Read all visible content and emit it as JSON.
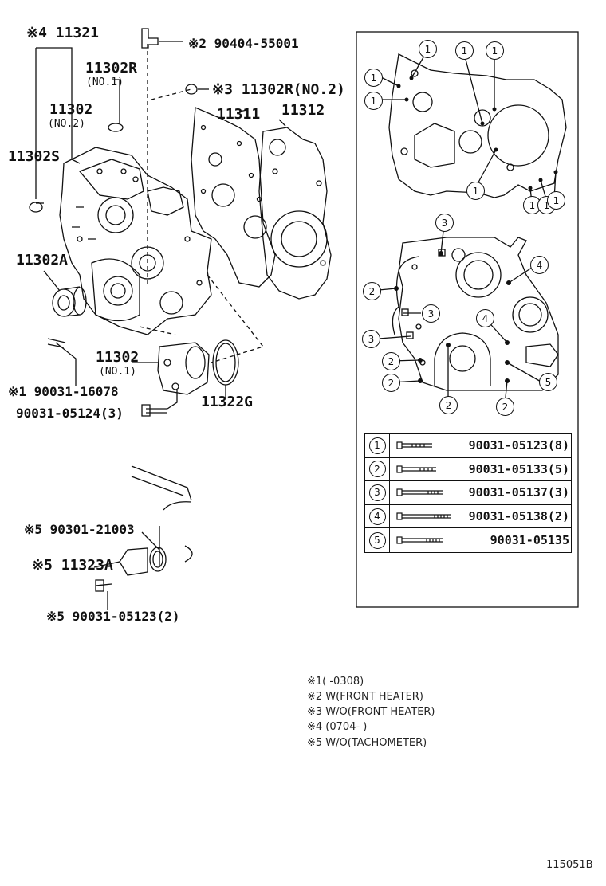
{
  "labels": {
    "l11321": "※4 11321",
    "l90404": "※2 90404-55001",
    "l11302r_no1": "11302R",
    "l11302r_no1_sub": "(NO.1)",
    "l11302r_no2": "※3 11302R(NO.2)",
    "l11302_no2": "11302",
    "l11302_no2_sub": "(NO.2)",
    "l11311": "11311",
    "l11312": "11312",
    "l11302s": "11302S",
    "l11302a": "11302A",
    "l11302_no1": "11302",
    "l11302_no1_sub": "(NO.1)",
    "l90031_16078": "※1 90031-16078",
    "l11322g": "11322G",
    "l90031_05124": "90031-05124(3)",
    "l90301_21003": "※5 90301-21003",
    "l11323a": "※5 11323A",
    "l90031_05123_2": "※5 90031-05123(2)"
  },
  "detail_callouts": [
    "1",
    "1",
    "1",
    "1",
    "1",
    "1",
    "1",
    "1",
    "1",
    "1",
    "3",
    "4",
    "2",
    "3",
    "3",
    "4",
    "2",
    "2",
    "2",
    "2",
    "5"
  ],
  "bolt_table": [
    {
      "num": "1",
      "part": "90031-05123(8)"
    },
    {
      "num": "2",
      "part": "90031-05133(5)"
    },
    {
      "num": "3",
      "part": "90031-05137(3)"
    },
    {
      "num": "4",
      "part": "90031-05138(2)"
    },
    {
      "num": "5",
      "part": "90031-05135"
    }
  ],
  "notes": [
    "※1(     -0308)",
    "※2 W(FRONT HEATER)",
    "※3 W/O(FRONT HEATER)",
    "※4 (0704-     )",
    "※5 W/O(TACHOMETER)"
  ],
  "figure_id": "115051B"
}
